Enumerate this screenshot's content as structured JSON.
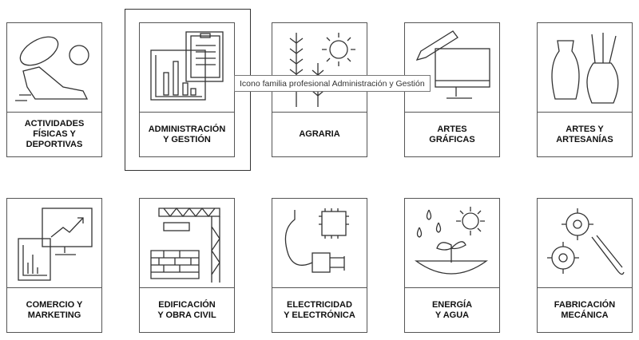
{
  "tooltip": "Icono familia profesional Administración y Gestión",
  "cards": [
    {
      "label": "ACTIVIDADES\nFÍSICAS Y\nDEPORTIVAS",
      "icon": "sports-icon"
    },
    {
      "label": "ADMINISTRACIÓN\nY GESTIÓN",
      "icon": "clipboard-chart-icon"
    },
    {
      "label": "AGRARIA",
      "icon": "wheat-sun-icon"
    },
    {
      "label": "ARTES\nGRÁFICAS",
      "icon": "pencil-monitor-icon"
    },
    {
      "label": "ARTES Y\nARTESANÍAS",
      "icon": "vases-brushes-icon"
    },
    {
      "label": "COMERCIO Y\nMARKETING",
      "icon": "monitor-growth-icon"
    },
    {
      "label": "EDIFICACIÓN\nY OBRA CIVIL",
      "icon": "crane-bricks-icon"
    },
    {
      "label": "ELECTRICIDAD\nY ELECTRÓNICA",
      "icon": "chip-plug-icon"
    },
    {
      "label": "ENERGÍA\nY AGUA",
      "icon": "sun-drops-plant-icon"
    },
    {
      "label": "FABRICACIÓN\nMECÁNICA",
      "icon": "gears-wrench-icon"
    }
  ]
}
